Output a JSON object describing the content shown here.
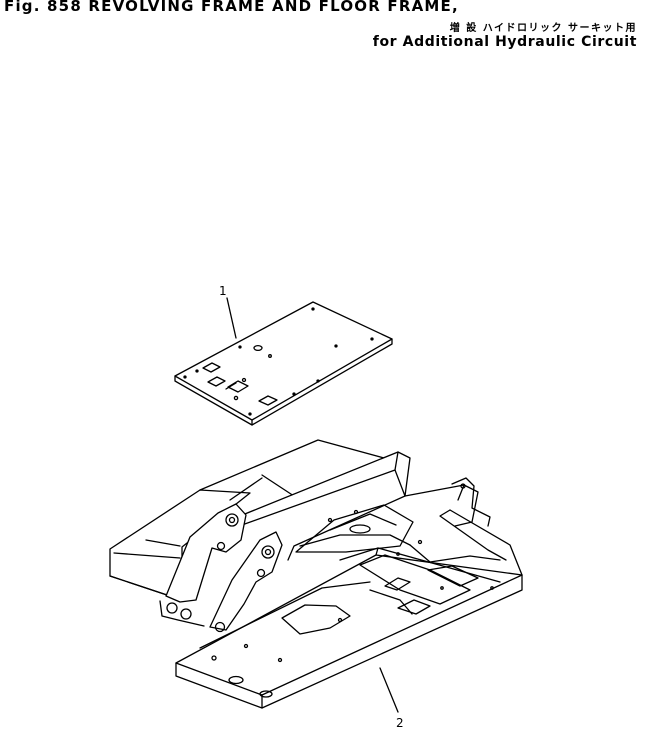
{
  "header": {
    "title": "Fig. 858   REVOLVING FRAME AND FLOOR FRAME,",
    "subtitle_jp": "増  設  ハイドロリック サーキット用",
    "subtitle_en": "for Additional Hydraulic Circuit"
  },
  "callouts": [
    {
      "number": "1",
      "part": "floor plate"
    },
    {
      "number": "2",
      "part": "revolving frame"
    }
  ],
  "colors": {
    "ink": "#000000",
    "paper": "#ffffff"
  }
}
